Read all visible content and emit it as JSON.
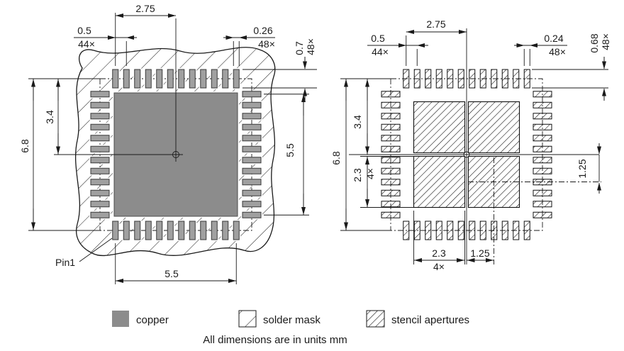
{
  "left_diagram": {
    "center_offset": "2.75",
    "pad_pitch": {
      "value": "0.5",
      "count": "44×"
    },
    "pad_width": {
      "value": "0.26",
      "count": "48×"
    },
    "pad_length": {
      "value": "0.7",
      "count": "48×"
    },
    "half_height": "3.4",
    "overall_height": "6.8",
    "pad_row_span": "5.5",
    "thermal_pad_width": "5.5",
    "pin1": "Pin1"
  },
  "right_diagram": {
    "center_offset": "2.75",
    "aperture_pitch": {
      "value": "0.5",
      "count": "44×"
    },
    "aperture_width": {
      "value": "0.24",
      "count": "48×"
    },
    "aperture_length": {
      "value": "0.68",
      "count": "48×"
    },
    "half_height": "3.4",
    "overall_height": "6.8",
    "window_size": {
      "value": "2.3",
      "count": "4×"
    },
    "window_size_bottom": {
      "value": "2.3",
      "count": "4×"
    },
    "window_center_offset": "1.25",
    "window_center_offset_bottom": "1.25"
  },
  "legend": {
    "copper": "copper",
    "solder_mask": "solder mask",
    "stencil_apertures": "stencil apertures"
  },
  "note": "All dimensions are in units mm",
  "colors": {
    "copper_fill": "#8c8c8c",
    "line": "#1a1a1a",
    "background": "#ffffff"
  }
}
